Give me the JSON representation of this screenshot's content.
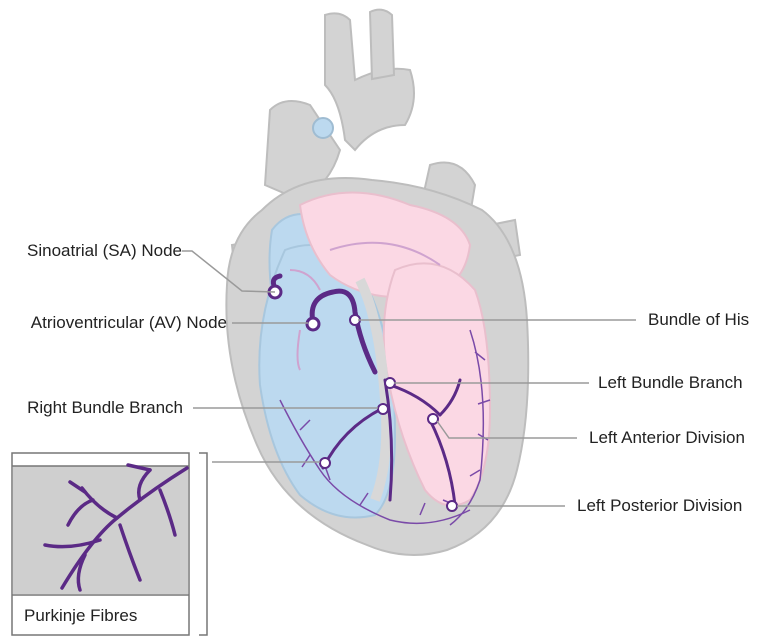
{
  "labels": {
    "sa_node": "Sinoatrial (SA) Node",
    "av_node": "Atrioventricular (AV) Node",
    "right_bundle": "Right Bundle Branch",
    "bundle_his": "Bundle of His",
    "left_bundle": "Left Bundle Branch",
    "left_anterior": "Left Anterior Division",
    "left_posterior": "Left Posterior Division",
    "purkinje": "Purkinje Fibres"
  },
  "colors": {
    "heart_outline": "#d7d7d7",
    "heart_inner": "#c9c9c9",
    "right_chamber": "#bcd9ef",
    "left_chamber": "#fbd8e4",
    "conduction": "#5b2a86",
    "fibres": "#7a4aa8",
    "leader_line": "#9a9a9a"
  }
}
